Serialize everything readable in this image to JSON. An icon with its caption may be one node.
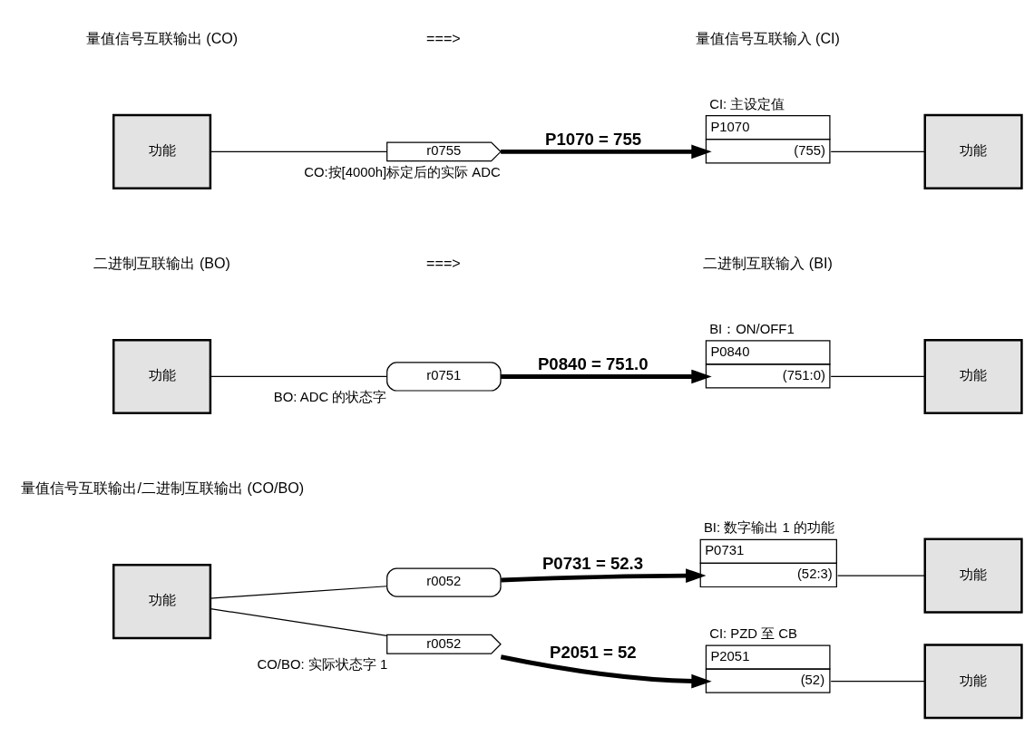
{
  "diagram": {
    "nodes": [
      {
        "text": [
          "功能"
        ]
      },
      {
        "text": [
          "r0755"
        ],
        "beside": [
          "CO:按[4000h]标定后的实际 ADC"
        ]
      },
      {
        "text": [
          "P1070",
          "(755)"
        ],
        "beside": [
          "CI: 主设定值"
        ]
      },
      {
        "text": [
          "功能"
        ]
      },
      {
        "text": [
          "功能"
        ]
      },
      {
        "text": [
          "r0751"
        ],
        "beside": [
          "BO: ADC 的状态字"
        ]
      },
      {
        "text": [
          "P0840",
          "(751:0)"
        ],
        "beside": [
          "BI：ON/OFF1"
        ]
      },
      {
        "text": [
          "功能"
        ]
      },
      {
        "text": [
          "功能"
        ]
      },
      {
        "text": [
          "r0052"
        ],
        "beside": [
          "CO/BO: 实际状态字 1"
        ]
      },
      {
        "text": [
          "r0052"
        ]
      },
      {
        "text": [
          "P2051",
          "(52)"
        ],
        "beside": [
          "CI: PZD 至 CB"
        ]
      },
      {
        "text": [
          "功能"
        ]
      },
      {
        "text": [
          "P0731",
          "(52:3)"
        ],
        "beside": [
          "BI: 数字输出 1 的功能"
        ]
      },
      {
        "text": [
          "功能"
        ]
      }
    ],
    "edges": [
      {
        "from": 0,
        "to": 1,
        "arrow": "none"
      },
      {
        "from": 1,
        "to": 2,
        "arrow": "to",
        "label": "P1070 = 755",
        "style": "thick"
      },
      {
        "from": 2,
        "to": 3,
        "arrow": "none"
      },
      {
        "from": 4,
        "to": 5,
        "arrow": "none"
      },
      {
        "from": 5,
        "to": 6,
        "arrow": "to",
        "label": "P0840 = 751.0",
        "style": "thick"
      },
      {
        "from": 6,
        "to": 7,
        "arrow": "none"
      },
      {
        "from": 8,
        "to": 9,
        "arrow": "none"
      },
      {
        "from": 8,
        "to": 10,
        "arrow": "none"
      },
      {
        "from": 9,
        "to": 11,
        "arrow": "to",
        "label": "P2051 = 52",
        "style": "thick"
      },
      {
        "from": 11,
        "to": 12,
        "arrow": "none"
      },
      {
        "from": 10,
        "to": 13,
        "arrow": "to",
        "label": "P0731 = 52.3",
        "style": "thick"
      },
      {
        "from": 13,
        "to": 14,
        "arrow": "none"
      }
    ],
    "labels": [
      "量值信号互联输出 (CO)",
      "===>",
      "量值信号互联输入 (CI)",
      "二进制互联输出 (BO)",
      "===>",
      "二进制互联输入 (BI)",
      "量值信号互联输出/二进制互联输出 (CO/BO)"
    ]
  }
}
